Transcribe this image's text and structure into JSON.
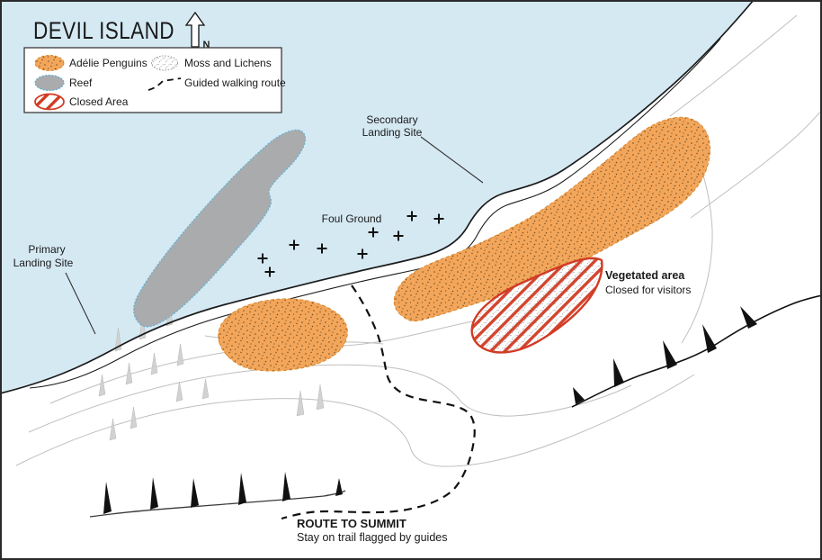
{
  "title": "DEVIL ISLAND",
  "north": {
    "label": "N"
  },
  "legend": {
    "items": [
      {
        "id": "adelie-penguins",
        "label": "Adélie Penguins"
      },
      {
        "id": "reef",
        "label": "Reef"
      },
      {
        "id": "closed-area",
        "label": "Closed Area"
      },
      {
        "id": "moss-lichens",
        "label": "Moss and Lichens"
      },
      {
        "id": "walking-route",
        "label": "Guided walking route"
      }
    ]
  },
  "labels": {
    "secondary_landing": {
      "line1": "Secondary",
      "line2": "Landing Site"
    },
    "primary_landing": {
      "line1": "Primary",
      "line2": "Landing Site"
    },
    "foul_ground": "Foul Ground",
    "vegetated_area": {
      "line1": "Vegetated area",
      "line2": "Closed for visitors"
    },
    "route_to_summit": {
      "line1": "ROUTE TO SUMMIT",
      "line2": "Stay on trail flagged by guides"
    }
  },
  "features": {
    "penguin_colonies": 2,
    "reefs": 1,
    "closed_areas": 1,
    "foul_ground_markers": 9,
    "landing_sites": 2
  },
  "colors": {
    "water": "#d5e9f3",
    "land": "#ffffff",
    "penguin_colony": "#f3a65a",
    "penguin_colony_edge": "#d98a2e",
    "reef_fill": "#a9abad",
    "reef_edge": "#64b2d4",
    "closed_area_red": "#d13b24",
    "contour": "#bfbfbf",
    "coastline": "#1c1c1c"
  }
}
